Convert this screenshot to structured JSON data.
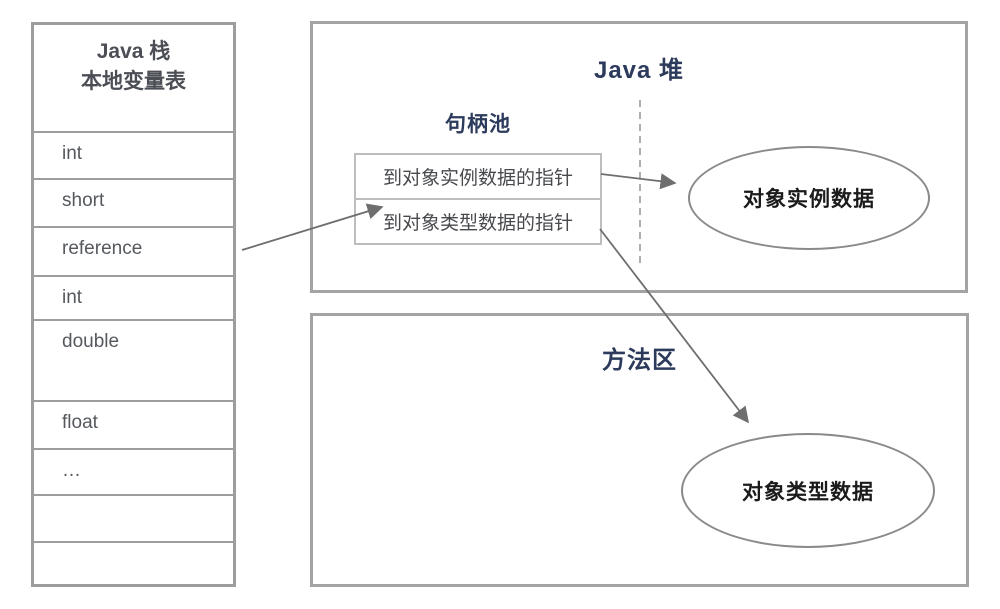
{
  "colors": {
    "title_navy": "#2c3a5b",
    "box_border_gray": "#a3a3a3",
    "table_border_gray": "#9d9d9d",
    "pool_border_gray": "#bdbdbd",
    "row_text_gray": "#55595e",
    "arrow_gray": "#6e6e6e",
    "ellipse_text_black": "#1b1b1b"
  },
  "stack": {
    "title_line1": "Java 栈",
    "title_line2": "本地变量表",
    "rows": [
      "int",
      "short",
      "reference",
      "int",
      "double",
      "float",
      "…",
      "",
      ""
    ]
  },
  "heap": {
    "title": "Java 堆",
    "handle_pool": {
      "title": "句柄池",
      "entries": [
        "到对象实例数据的指针",
        "到对象类型数据的指针"
      ]
    },
    "instance_data_label": "对象实例数据"
  },
  "method_area": {
    "title": "方法区",
    "type_data_label": "对象类型数据"
  }
}
